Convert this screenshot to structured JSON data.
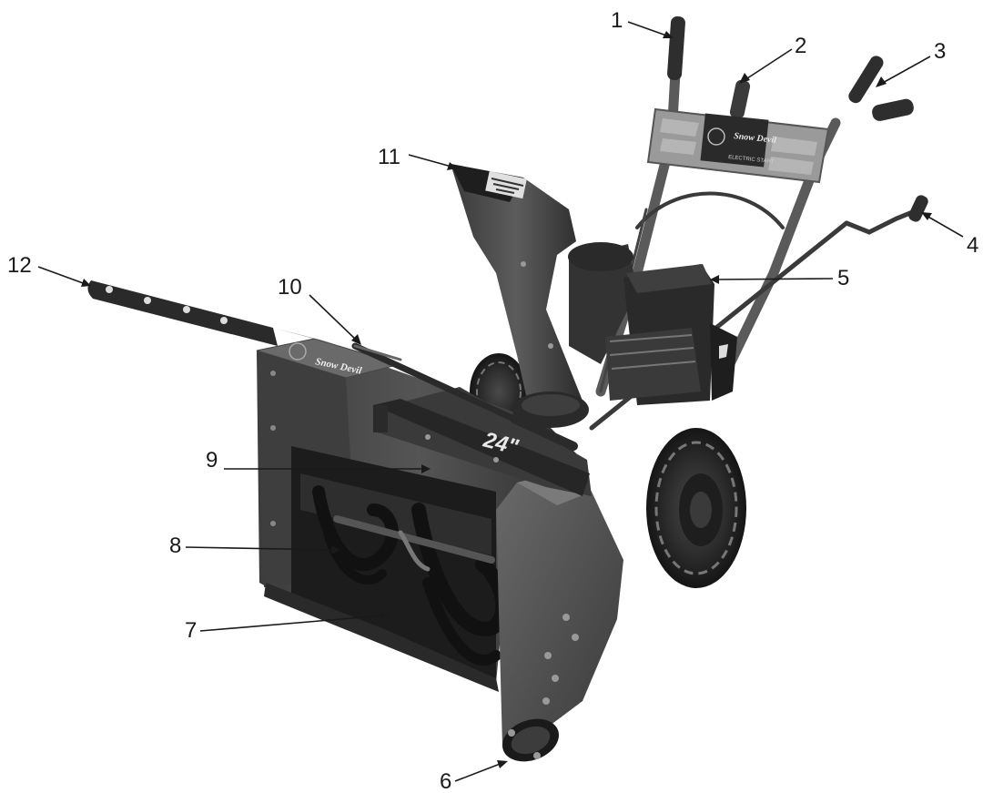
{
  "figure": {
    "brand_handle": "Snow Devil",
    "brand_housing": "Snow Devil",
    "size_badge": "24\"",
    "console_subtext": "ELECTRIC START"
  },
  "callouts": [
    {
      "id": "1",
      "label": "1"
    },
    {
      "id": "2",
      "label": "2"
    },
    {
      "id": "3",
      "label": "3"
    },
    {
      "id": "4",
      "label": "4"
    },
    {
      "id": "5",
      "label": "5"
    },
    {
      "id": "6",
      "label": "6"
    },
    {
      "id": "7",
      "label": "7"
    },
    {
      "id": "8",
      "label": "8"
    },
    {
      "id": "9",
      "label": "9"
    },
    {
      "id": "10",
      "label": "10"
    },
    {
      "id": "11",
      "label": "11"
    },
    {
      "id": "12",
      "label": "12"
    }
  ],
  "colors": {
    "body_dark": "#2a2a2a",
    "body_mid": "#4a4a4a",
    "body_light": "#7a7a7a",
    "console_gray": "#9a9a9a",
    "ink": "#1a1a1a"
  }
}
